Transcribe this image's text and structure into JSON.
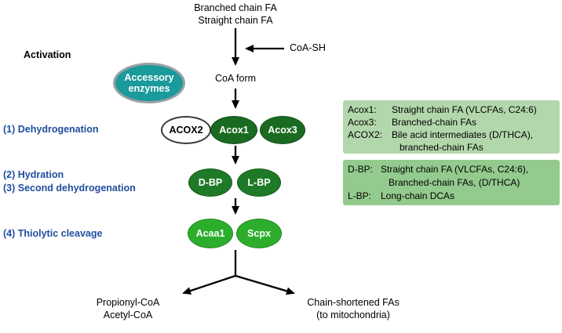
{
  "inputs": {
    "line1": "Branched chain FA",
    "line2": "Straight chain FA"
  },
  "cofactor": "CoA-SH",
  "stage_activation": "Activation",
  "coa_form": "CoA form",
  "accessory": {
    "line1": "Accessory",
    "line2": "enzymes"
  },
  "step_labels": {
    "step1": "(1) Dehydrogenation",
    "step2": "(2) Hydration",
    "step3": "(3) Second dehydrogenation",
    "step4": "(4) Thiolytic cleavage"
  },
  "enzymes": {
    "acox2": "ACOX2",
    "acox1": "Acox1",
    "acox3": "Acox3",
    "dbp": "D-BP",
    "lbp": "L-BP",
    "acaa1": "Acaa1",
    "scpx": "Scpx"
  },
  "outputs": {
    "left1": "Propionyl-CoA",
    "left2": "Acetyl-CoA",
    "right1": "Chain-shortened FAs",
    "right2": "(to mitochondria)"
  },
  "legend": {
    "box1": {
      "rows": [
        {
          "term": "Acox1:",
          "desc": "Straight chain FA (VLCFAs, C24:6)"
        },
        {
          "term": "Acox3:",
          "desc": "Branched-chain FAs"
        },
        {
          "term": "ACOX2:",
          "desc": "Bile acid intermediates (D/THCA),"
        },
        {
          "term": "",
          "desc": "branched-chain FAs"
        }
      ]
    },
    "box2": {
      "rows": [
        {
          "term": "D-BP:",
          "desc": "Straight chain FA (VLCFAs, C24:6),"
        },
        {
          "term": "",
          "desc": "Branched-chain FAs, (D/THCA)"
        },
        {
          "term": "L-BP:",
          "desc": "Long-chain DCAs"
        }
      ]
    }
  },
  "colors": {
    "teal": "#1a9a9a",
    "dark_green": "#1a6b21",
    "mid_green": "#1e7a26",
    "bright_green": "#2cae2c",
    "legend_green_1": "#b3d7ac",
    "legend_green_2": "#93ca8d",
    "step_label_blue": "#1f4e9e"
  }
}
